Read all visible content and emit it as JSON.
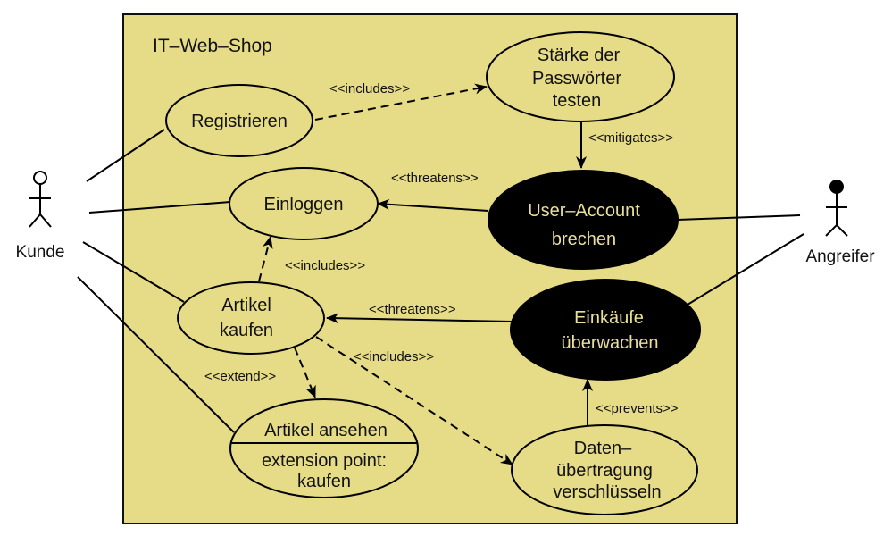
{
  "system": {
    "title": "IT–Web–Shop"
  },
  "colors": {
    "box_fill": "#e6db86",
    "threat_fill": "#000000",
    "threat_text": "#eadf9a"
  },
  "actors": [
    {
      "id": "kunde",
      "label": "Kunde",
      "type": "user"
    },
    {
      "id": "angreifer",
      "label": "Angreifer",
      "type": "attacker"
    }
  ],
  "use_cases": {
    "registrieren": {
      "lines": [
        "Registrieren"
      ],
      "kind": "normal"
    },
    "passwort": {
      "lines": [
        "Stärke der",
        "Passwörter",
        "testen"
      ],
      "kind": "normal"
    },
    "einloggen": {
      "lines": [
        "Einloggen"
      ],
      "kind": "normal"
    },
    "useraccount": {
      "lines": [
        "User–Account",
        "brechen"
      ],
      "kind": "threat"
    },
    "artikelkaufen": {
      "lines": [
        "Artikel",
        "kaufen"
      ],
      "kind": "normal"
    },
    "einkaeufe": {
      "lines": [
        "Einkäufe",
        "überwachen"
      ],
      "kind": "threat"
    },
    "artikelansehen": {
      "lines": [
        "Artikel ansehen"
      ],
      "extension_lines": [
        "extension point:",
        "kaufen"
      ],
      "kind": "normal"
    },
    "daten": {
      "lines": [
        "Daten–",
        "übertragung",
        "verschlüsseln"
      ],
      "kind": "normal"
    }
  },
  "relations": [
    {
      "from": "registrieren",
      "to": "passwort",
      "label": "<<includes>>",
      "style": "dashed"
    },
    {
      "from": "passwort",
      "to": "useraccount",
      "label": "<<mitigates>>",
      "style": "solid"
    },
    {
      "from": "useraccount",
      "to": "einloggen",
      "label": "<<threatens>>",
      "style": "solid"
    },
    {
      "from": "artikelkaufen",
      "to": "einloggen",
      "label": "<<includes>>",
      "style": "dashed"
    },
    {
      "from": "einkaeufe",
      "to": "artikelkaufen",
      "label": "<<threatens>>",
      "style": "solid"
    },
    {
      "from": "artikelkaufen",
      "to": "artikelansehen",
      "label": "<<extend>>",
      "style": "dashed"
    },
    {
      "from": "artikelkaufen",
      "to": "daten",
      "label": "<<includes>>",
      "style": "dashed"
    },
    {
      "from": "daten",
      "to": "einkaeufe",
      "label": "<<prevents>>",
      "style": "solid"
    }
  ]
}
